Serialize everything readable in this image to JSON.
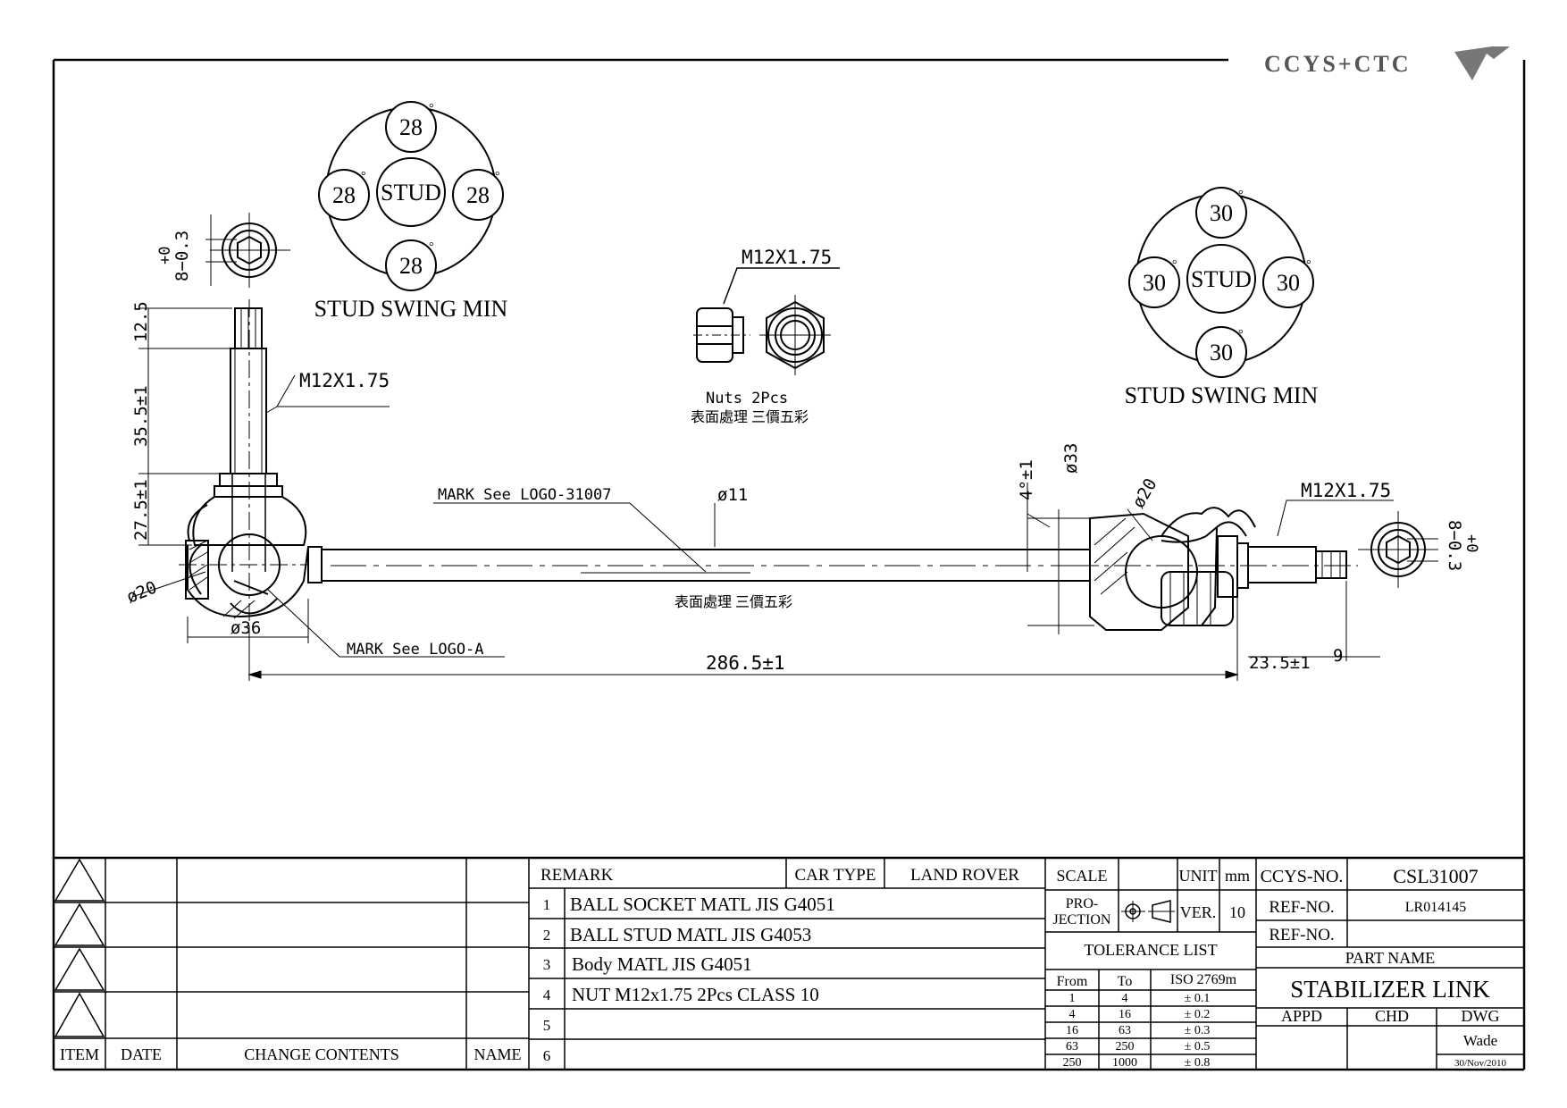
{
  "logo": {
    "text": "CCYS+CTC"
  },
  "drawing": {
    "swing_left": {
      "top": "28",
      "left": "28",
      "right": "28",
      "bottom": "28",
      "center": "STUD",
      "label": "STUD SWING MIN"
    },
    "swing_right": {
      "top": "30",
      "left": "30",
      "right": "30",
      "bottom": "30",
      "center": "STUD",
      "label": "STUD SWING MIN"
    },
    "nut": {
      "thread": "M12X1.75",
      "qty": "Nuts 2Pcs",
      "finish": "表面處理 三價五彩"
    },
    "dims": {
      "hex_tol": "+0\n8-0.3",
      "hex_tol_top": "+0",
      "hex_tol_bottom": "8−0.3",
      "stud_tip": "12.5",
      "stud_len": "35.5±1",
      "housing": "27.5±1",
      "thread_left": "M12X1.75",
      "ball_dia": "ø20",
      "housing_dia": "ø36",
      "rod_dia": "ø11",
      "mark_rod": "MARK See LOGO-31007",
      "mark_ball": "MARK See LOGO-A",
      "rod_finish": "表面處理 三價五彩",
      "overall": "286.5±1",
      "angle": "4°±1",
      "body_dia": "ø33",
      "ball_dia_right": "ø20",
      "thread_right": "M12X1.75",
      "stud_right": "23.5±1",
      "stud_tip_right": "9"
    }
  },
  "rev_table": {
    "headers": {
      "item": "ITEM",
      "date": "DATE",
      "change": "CHANGE CONTENTS",
      "name": "NAME"
    }
  },
  "remarks": {
    "title": "REMARK",
    "car_type_label": "CAR TYPE",
    "car_type": "LAND ROVER",
    "items": [
      {
        "no": "1",
        "text": "BALL SOCKET MATL JIS G4051"
      },
      {
        "no": "2",
        "text": "BALL STUD MATL JIS G4053"
      },
      {
        "no": "3",
        "text": "Body MATL JIS G4051"
      },
      {
        "no": "4",
        "text": "NUT M12x1.75 2Pcs CLASS 10"
      },
      {
        "no": "5",
        "text": ""
      },
      {
        "no": "6",
        "text": ""
      }
    ]
  },
  "spec": {
    "scale_label": "SCALE",
    "unit_label": "UNIT",
    "unit": "mm",
    "projection_label": "PRO-\nJECTION",
    "projection_l1": "PRO-",
    "projection_l2": "JECTION",
    "ver_label": "VER.",
    "ver": "10",
    "tolerance_title": "TOLERANCE LIST",
    "tol_headers": {
      "from": "From",
      "to": "To",
      "iso": "ISO 2769m"
    },
    "tolerances": [
      {
        "from": "1",
        "to": "4",
        "tol": "± 0.1"
      },
      {
        "from": "4",
        "to": "16",
        "tol": "± 0.2"
      },
      {
        "from": "16",
        "to": "63",
        "tol": "± 0.3"
      },
      {
        "from": "63",
        "to": "250",
        "tol": "± 0.5"
      },
      {
        "from": "250",
        "to": "1000",
        "tol": "± 0.8"
      }
    ]
  },
  "title_block": {
    "ccys_label": "CCYS-NO.",
    "ccys_no": "CSL31007",
    "ref_label": "REF-NO.",
    "ref_no": "LR014145",
    "ref_label2": "REF-NO.",
    "ref_no2": "",
    "part_name_label": "PART NAME",
    "part_name": "STABILIZER LINK",
    "appd": "APPD",
    "chd": "CHD",
    "dwg": "DWG",
    "drawn_by": "Wade",
    "date": "30/Nov/2010"
  }
}
